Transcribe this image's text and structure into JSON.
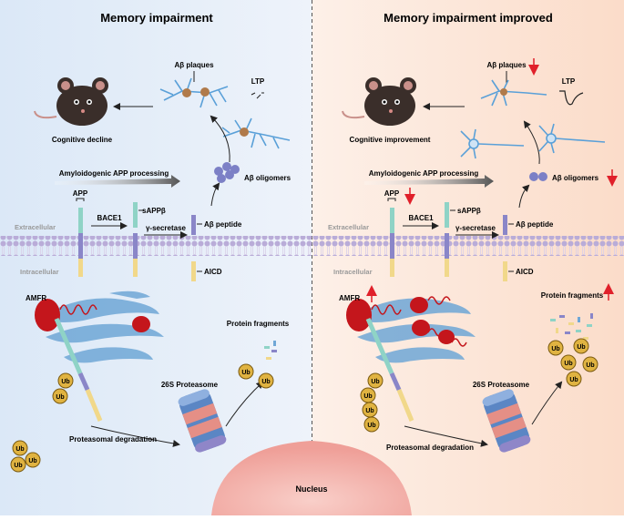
{
  "left": {
    "title": "Memory impairment",
    "plaques": "Aβ plaques",
    "ltp": "LTP",
    "cognitive": "Cognitive decline",
    "processing": "Amyloidogenic APP processing",
    "app": "APP",
    "sappb": "sAPPβ",
    "bace1": "BACE1",
    "gsec": "γ-secretase",
    "peptide": "Aβ peptide",
    "oligomers": "Aβ oligomers",
    "extracellular": "Extracellular",
    "intracellular": "Intracellular",
    "aicd": "AICD",
    "amfr": "AMFR",
    "fragments": "Protein fragments",
    "proteasome": "26S Proteasome",
    "degradation": "Proteasomal degradation"
  },
  "right": {
    "title": "Memory impairment improved",
    "plaques": "Aβ plaques",
    "ltp": "LTP",
    "cognitive": "Cognitive improvement",
    "processing": "Amyloidogenic APP processing",
    "app": "APP",
    "sappb": "sAPPβ",
    "bace1": "BACE1",
    "gsec": "γ-secretase",
    "peptide": "Aβ peptide",
    "oligomers": "Aβ oligomers",
    "extracellular": "Extracellular",
    "intracellular": "Intracellular",
    "aicd": "AICD",
    "amfr": "AMFR",
    "fragments": "Protein fragments",
    "proteasome": "26S Proteasome",
    "degradation": "Proteasomal degradation"
  },
  "ub_label": "Ub",
  "nucleus": "Nucleus",
  "colors": {
    "left_bg": "#dde9f7",
    "right_bg": "#fbe3d6",
    "membrane": "#b7a9d6",
    "app_green": "#8fd3c6",
    "app_purple": "#8a86c8",
    "app_yellow": "#f1d88a",
    "er_blue": "#6fa7d6",
    "amfr_red": "#c4161c",
    "ub_gold": "#e0b341",
    "neuron_blue": "#5aa0d8",
    "arrow_red": "#e0202a",
    "nucleus": "#f4b6b0"
  },
  "icons": [
    "mouse-icon",
    "neuron-icon",
    "plaque-icon",
    "proteasome-icon",
    "ub-icon",
    "er-icon",
    "amfr-icon",
    "nucleus-icon",
    "up-arrow-icon",
    "down-arrow-icon"
  ]
}
